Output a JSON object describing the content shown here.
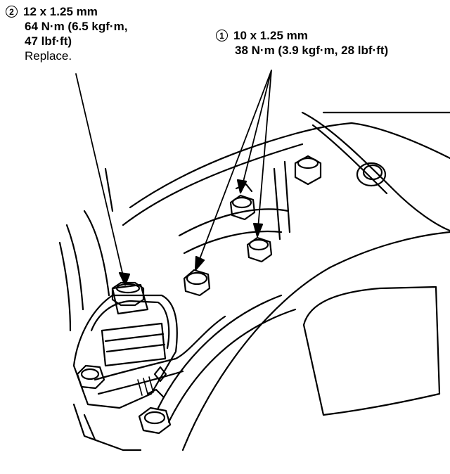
{
  "callouts": [
    {
      "number": "2",
      "lines": [
        "12 x 1.25 mm",
        "64 N·m (6.5 kgf·m,",
        "47 lbf·ft)",
        "Replace."
      ]
    },
    {
      "number": "1",
      "lines": [
        "10 x 1.25 mm",
        "38 N·m (3.9 kgf·m, 28 lbf·ft)"
      ]
    }
  ],
  "colors": {
    "line": "#000000",
    "background": "#ffffff"
  }
}
